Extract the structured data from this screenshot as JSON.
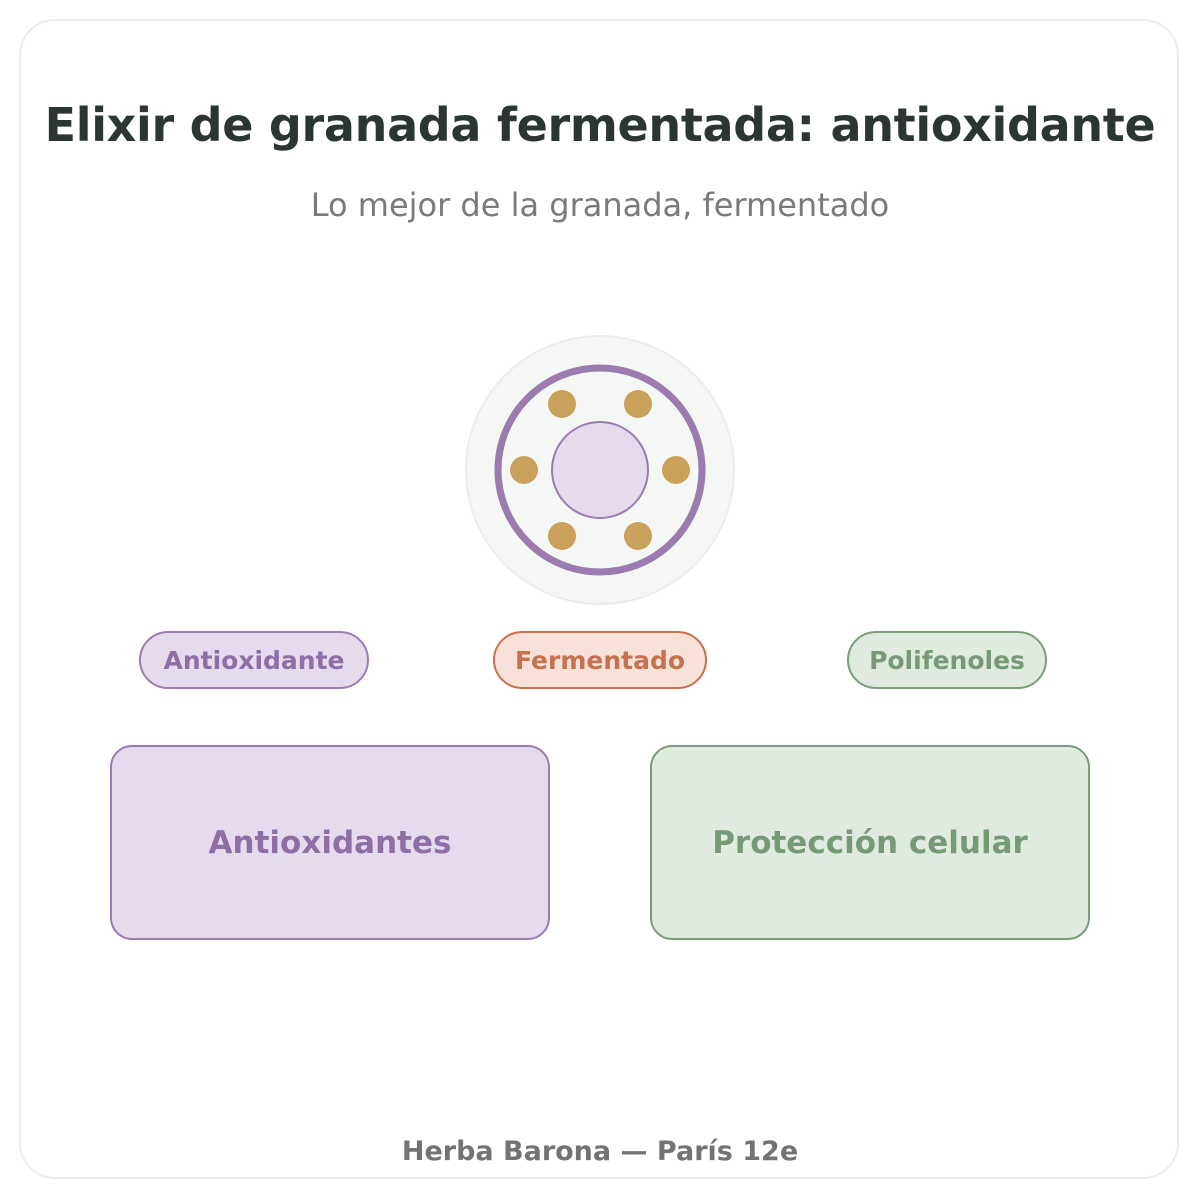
{
  "header": {
    "title": "Elixir de granada fermentada: antioxidante",
    "subtitle": "Lo mejor de la granada, fermentado"
  },
  "emblem": {
    "icon": "pomegranate-icon",
    "colors": {
      "halo": "#f5f7f4",
      "ring": "#9b7bb0",
      "center": "#e5dbec",
      "seeds": "#c9a15b"
    }
  },
  "tags": [
    {
      "label": "Antioxidante",
      "color": "#9b7bb0"
    },
    {
      "label": "Fermentado",
      "color": "#c8714f"
    },
    {
      "label": "Polifenoles",
      "color": "#7a9c7a"
    }
  ],
  "benefits": [
    {
      "label": "Antioxidantes",
      "color": "#9b7bb0"
    },
    {
      "label": "Protección celular",
      "color": "#7a9c7a"
    }
  ],
  "footer": {
    "text": "Herba Barona — París 12e"
  }
}
